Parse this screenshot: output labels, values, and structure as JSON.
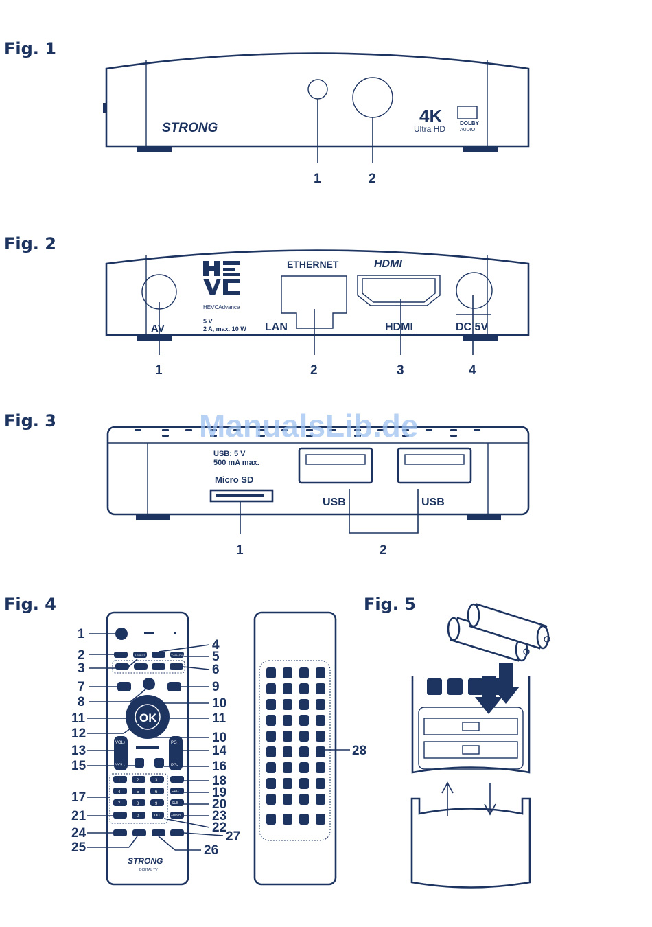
{
  "figures": {
    "fig1": "Fig. 1",
    "fig2": "Fig. 2",
    "fig3": "Fig. 3",
    "fig4": "Fig. 4",
    "fig5": "Fig. 5"
  },
  "fig1": {
    "brand": "STRONG",
    "badge_4k": "4K",
    "badge_ultra": "Ultra HD",
    "badge_dolby": "DOLBY",
    "badge_audio": "AUDIO",
    "callouts": [
      "1",
      "2"
    ]
  },
  "fig2": {
    "hevc_sub": "HEVCAdvance",
    "power_spec_1": "5 V",
    "power_spec_2": "2 A, max. 10 W",
    "ethernet": "ETHERNET",
    "lan": "LAN",
    "hdmi_logo": "HDMI",
    "hdmi": "HDMI",
    "av": "AV",
    "dc": "DC 5V",
    "callouts": [
      "1",
      "2",
      "3",
      "4"
    ]
  },
  "fig3": {
    "usb_spec_1": "USB: 5 V",
    "usb_spec_2": "500 mA max.",
    "microsd": "Micro SD",
    "usb_left": "USB",
    "usb_right": "USB",
    "callouts": [
      "1",
      "2"
    ]
  },
  "fig4": {
    "remote_brand": "STRONG",
    "remote_sub": "DIGITAL TV",
    "ok": "OK",
    "key_labels": [
      "ASPECT",
      "TV/RADIO",
      "VOL+",
      "VOL-",
      "PG+",
      "PG-",
      "EPG",
      "SUB",
      "AUDIO",
      "TXT"
    ],
    "numbers": [
      "1",
      "2",
      "3",
      "4",
      "5",
      "6",
      "7",
      "8",
      "9",
      "0"
    ],
    "callouts_left": [
      "1",
      "2",
      "3",
      "7",
      "8",
      "11",
      "12",
      "13",
      "15",
      "17",
      "21",
      "24",
      "25"
    ],
    "callouts_right": [
      "4",
      "5",
      "6",
      "9",
      "10",
      "10",
      "11",
      "14",
      "16",
      "18",
      "19",
      "20",
      "23",
      "22",
      "27",
      "26",
      "28"
    ]
  },
  "watermark": "ManualsLib.de"
}
